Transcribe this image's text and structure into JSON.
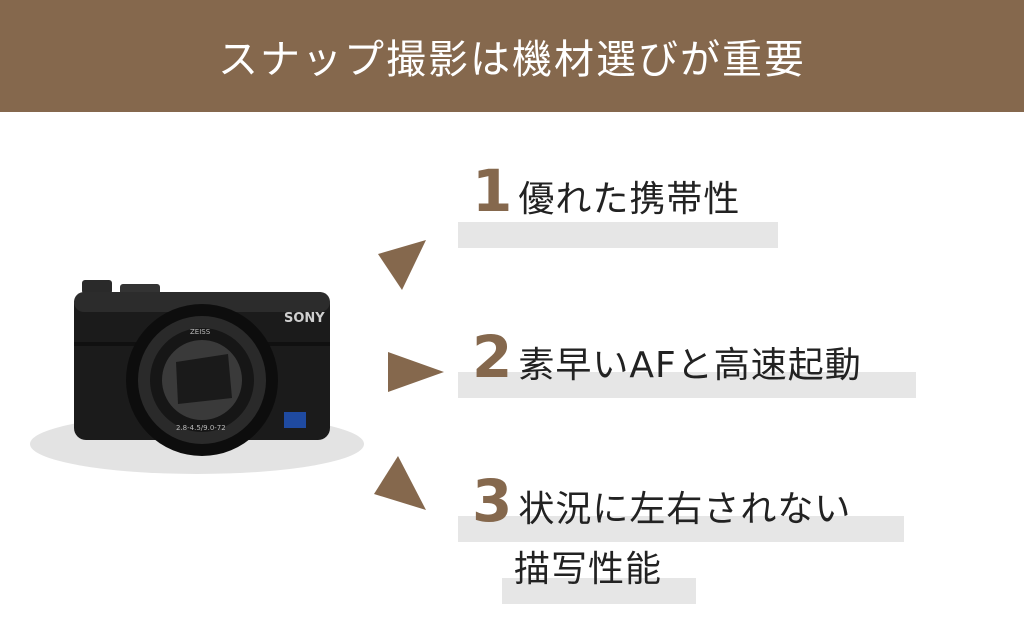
{
  "banner": {
    "title": "スナップ撮影は機材選びが重要"
  },
  "camera": {
    "brand": "SONY",
    "lens_brand": "ZEISS",
    "lens_text": "2.8-4.5/9.0-72"
  },
  "features": [
    {
      "number": "1",
      "label": "優れた携帯性"
    },
    {
      "number": "2",
      "label": "素早いAFと高速起動"
    },
    {
      "number": "3",
      "label_line1": "状況に左右されない",
      "label_line2": "描写性能"
    }
  ],
  "colors": {
    "accent": "#85684d",
    "highlight": "#e6e6e6",
    "text": "#222222"
  }
}
